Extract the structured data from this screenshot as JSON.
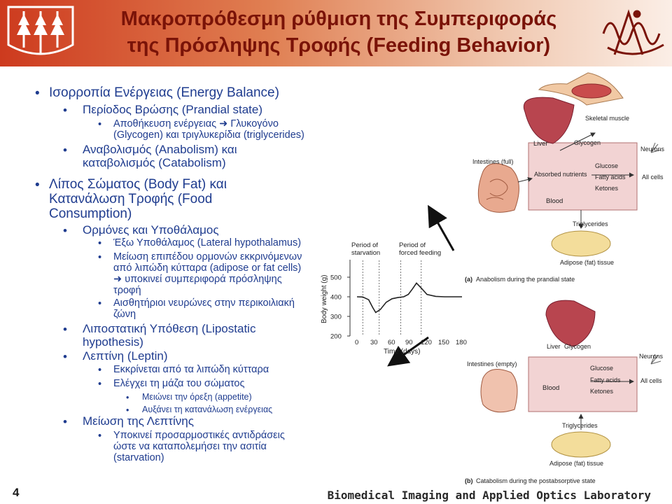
{
  "header": {
    "title_line1": "Μακροπρόθεσμη ρύθμιση της Συμπεριφοράς",
    "title_line2": "της Πρόσληψης Τροφής (Feeding Behavior)"
  },
  "bullets": {
    "b1": "Ισορροπία Ενέργειας (Energy Balance)",
    "b1_1": "Περίοδος Βρώσης (Prandial state)",
    "b1_1_1a": "Αποθήκευση ενέργειας",
    "b1_1_1b": "Γλυκογόνο",
    "b1_1_1c": "(Glycogen) και τριγλυκερίδια (triglycerides)",
    "b1_2a": "Αναβολισμός (Anabolism) και",
    "b1_2b": "καταβολισμός (Catabolism)",
    "b2a": "Λίπος Σώματος (Body Fat) και",
    "b2b": "Κατανάλωση Τροφής (Food",
    "b2c": "Consumption)",
    "b2_1": "Ορμόνες και Υποθάλαμος",
    "b2_1_1": "Έξω Υποθάλαμος (Lateral hypothalamus)",
    "b2_1_2a": "Μείωση επιπέδου ορμονών εκκρινόμενων",
    "b2_1_2b": "από λιπώδη κύτταρα (adipose or fat cells)",
    "b2_1_2c": "υποκινεί συμπεριφορά πρόσληψης",
    "b2_1_2d": "τροφή",
    "b2_1_3a": "Αισθητήριοι νευρώνες στην περικοιλιακή",
    "b2_1_3b": "ζώνη",
    "b2_2a": "Λιποστατική Υπόθεση (Lipostatic",
    "b2_2b": "hypothesis)",
    "b2_3": "Λεπτίνη (Leptin)",
    "b2_3_1": "Εκκρίνεται από τα λιπώδη κύτταρα",
    "b2_3_2": "Ελέγχει τη μάζα του σώματος",
    "b2_3_2_1": "Μειώνει την όρεξη (appetite)",
    "b2_3_2_2": "Αυξάνει τη κατανάλωση ενέργειας",
    "b2_4": "Μείωση της Λεπτίνης",
    "b2_4_1a": "Υποκινεί προσαρμοστικές αντιδράσεις",
    "b2_4_1b": "ώστε να καταπολεμήσει την ασιτία",
    "b2_4_1c": "(starvation)"
  },
  "chart_data": {
    "type": "line",
    "xlabel": "Time (days)",
    "ylabel": "Body weight (g)",
    "x_ticks": [
      0,
      30,
      60,
      90,
      120,
      150,
      180
    ],
    "y_ticks": [
      200,
      300,
      400,
      500
    ],
    "xlim": [
      0,
      180
    ],
    "ylim": [
      200,
      500
    ],
    "annotations": [
      "Period of starvation",
      "Period of forced feeding"
    ],
    "series": [
      {
        "x": [
          0,
          10,
          20,
          27,
          32,
          40,
          50,
          60,
          70,
          80,
          88,
          95,
          102,
          110,
          120,
          135,
          150,
          165,
          180
        ],
        "y": [
          400,
          399,
          385,
          345,
          320,
          335,
          372,
          390,
          396,
          400,
          412,
          440,
          470,
          445,
          412,
          402,
          400,
          400,
          400
        ]
      }
    ]
  },
  "figure": {
    "a": {
      "liver": "Liver",
      "intestines": "Intestines (full)",
      "skeletal": "Skeletal muscle",
      "glycogen": "Glycogen",
      "neurons": "Neurons",
      "absorbed": "Absorbed nutrients",
      "glucose": "Glucose",
      "fatty": "Fatty acids",
      "ketones": "Ketones",
      "allcells": "All cells",
      "blood": "Blood",
      "trig": "Triglycerides",
      "adipose": "Adipose (fat) tissue",
      "caption": "(a)",
      "caption_text": "Anabolism during the prandial state"
    },
    "b": {
      "liver": "Liver",
      "glycogen": "Glycogen",
      "intestines": "Intestines (empty)",
      "neurons": "Neurons",
      "glucose": "Glucose",
      "fatty": "Fatty acids",
      "ketones": "Ketones",
      "allcells": "All cells",
      "blood": "Blood",
      "trig": "Triglycerides",
      "adipose": "Adipose (fat) tissue",
      "caption": "(b)",
      "caption_text": "Catabolism during the postabsorptive state"
    }
  },
  "footer": {
    "slide_number": "4",
    "lab": "Biomedical Imaging and Applied Optics Laboratory"
  },
  "colors": {
    "title": "#7a1308",
    "text": "#1f3c8f",
    "blood": "#f2d3d3",
    "organ": "#b8454f"
  }
}
